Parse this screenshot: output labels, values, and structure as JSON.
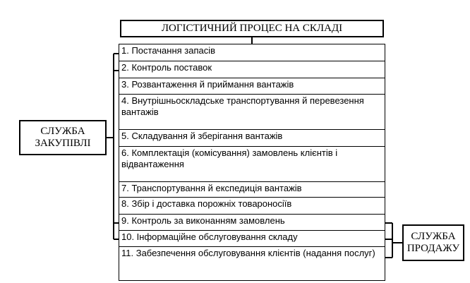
{
  "title": "ЛОГІСТИЧНИЙ ПРОЦЕС НА СКЛАДІ",
  "steps": [
    "1. Постачання запасів",
    "2. Контроль поставок",
    "3. Розвантаження й приймання вантажів",
    "4. Внутрішньоскладське транспортування й перевезення вантажів",
    "5. Складування й зберігання вантажів",
    "6. Комплектація (комісування) замовлень клієнтів і відвантаження",
    "7. Транспортування й експедиція вантажів",
    "8. Збір і доставка порожніх товароносіїв",
    "9. Контроль за виконанням замовлень",
    "10. Інформаційне обслуговування складу",
    "11. Забезпечення обслуговування клієнтів (надання послуг)"
  ],
  "purchase": {
    "line1": "СЛУЖБА",
    "line2": "ЗАКУПІВЛІ"
  },
  "sales": {
    "line1": "СЛУЖБА",
    "line2": "ПРОДАЖУ"
  }
}
